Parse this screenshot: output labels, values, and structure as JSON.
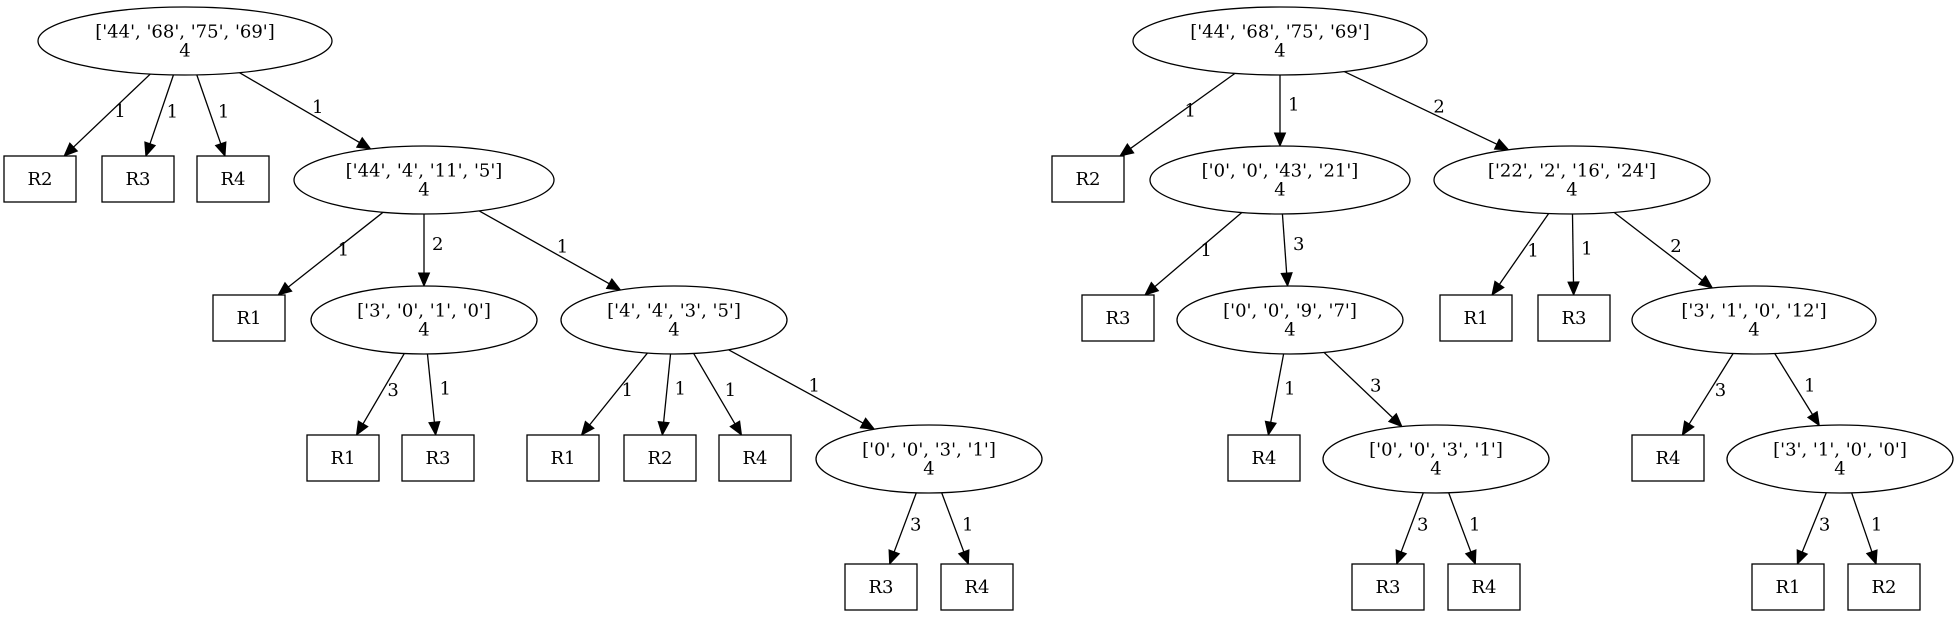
{
  "trees": [
    {
      "nodes": [
        {
          "id": "a0",
          "shape": "ellipse",
          "lines": [
            "['44', '68', '75', '69']",
            "4"
          ]
        },
        {
          "id": "a1",
          "shape": "box",
          "lines": [
            "R2"
          ]
        },
        {
          "id": "a2",
          "shape": "box",
          "lines": [
            "R3"
          ]
        },
        {
          "id": "a3",
          "shape": "box",
          "lines": [
            "R4"
          ]
        },
        {
          "id": "a4",
          "shape": "ellipse",
          "lines": [
            "['44', '4', '11', '5']",
            "4"
          ]
        },
        {
          "id": "a5",
          "shape": "box",
          "lines": [
            "R1"
          ]
        },
        {
          "id": "a6",
          "shape": "ellipse",
          "lines": [
            "['3', '0', '1', '0']",
            "4"
          ]
        },
        {
          "id": "a7",
          "shape": "ellipse",
          "lines": [
            "['4', '4', '3', '5']",
            "4"
          ]
        },
        {
          "id": "a8",
          "shape": "box",
          "lines": [
            "R1"
          ]
        },
        {
          "id": "a9",
          "shape": "box",
          "lines": [
            "R3"
          ]
        },
        {
          "id": "a10",
          "shape": "box",
          "lines": [
            "R1"
          ]
        },
        {
          "id": "a11",
          "shape": "box",
          "lines": [
            "R2"
          ]
        },
        {
          "id": "a12",
          "shape": "box",
          "lines": [
            "R4"
          ]
        },
        {
          "id": "a13",
          "shape": "ellipse",
          "lines": [
            "['0', '0', '3', '1']",
            "4"
          ]
        },
        {
          "id": "a14",
          "shape": "box",
          "lines": [
            "R3"
          ]
        },
        {
          "id": "a15",
          "shape": "box",
          "lines": [
            "R4"
          ]
        }
      ],
      "edges": [
        {
          "from": "a0",
          "to": "a1",
          "label": "1"
        },
        {
          "from": "a0",
          "to": "a2",
          "label": "1"
        },
        {
          "from": "a0",
          "to": "a3",
          "label": "1"
        },
        {
          "from": "a0",
          "to": "a4",
          "label": "1"
        },
        {
          "from": "a4",
          "to": "a5",
          "label": "1"
        },
        {
          "from": "a4",
          "to": "a6",
          "label": "2"
        },
        {
          "from": "a4",
          "to": "a7",
          "label": "1"
        },
        {
          "from": "a6",
          "to": "a8",
          "label": "3"
        },
        {
          "from": "a6",
          "to": "a9",
          "label": "1"
        },
        {
          "from": "a7",
          "to": "a10",
          "label": "1"
        },
        {
          "from": "a7",
          "to": "a11",
          "label": "1"
        },
        {
          "from": "a7",
          "to": "a12",
          "label": "1"
        },
        {
          "from": "a7",
          "to": "a13",
          "label": "1"
        },
        {
          "from": "a13",
          "to": "a14",
          "label": "3"
        },
        {
          "from": "a13",
          "to": "a15",
          "label": "1"
        }
      ]
    },
    {
      "nodes": [
        {
          "id": "b0",
          "shape": "ellipse",
          "lines": [
            "['44', '68', '75', '69']",
            "4"
          ]
        },
        {
          "id": "b1",
          "shape": "box",
          "lines": [
            "R2"
          ]
        },
        {
          "id": "b2",
          "shape": "ellipse",
          "lines": [
            "['0', '0', '43', '21']",
            "4"
          ]
        },
        {
          "id": "b3",
          "shape": "ellipse",
          "lines": [
            "['22', '2', '16', '24']",
            "4"
          ]
        },
        {
          "id": "b4",
          "shape": "box",
          "lines": [
            "R3"
          ]
        },
        {
          "id": "b5",
          "shape": "ellipse",
          "lines": [
            "['0', '0', '9', '7']",
            "4"
          ]
        },
        {
          "id": "b6",
          "shape": "box",
          "lines": [
            "R1"
          ]
        },
        {
          "id": "b7",
          "shape": "box",
          "lines": [
            "R3"
          ]
        },
        {
          "id": "b8",
          "shape": "ellipse",
          "lines": [
            "['3', '1', '0', '12']",
            "4"
          ]
        },
        {
          "id": "b9",
          "shape": "box",
          "lines": [
            "R4"
          ]
        },
        {
          "id": "b10",
          "shape": "ellipse",
          "lines": [
            "['0', '0', '3', '1']",
            "4"
          ]
        },
        {
          "id": "b11",
          "shape": "box",
          "lines": [
            "R4"
          ]
        },
        {
          "id": "b12",
          "shape": "ellipse",
          "lines": [
            "['3', '1', '0', '0']",
            "4"
          ]
        },
        {
          "id": "b13",
          "shape": "box",
          "lines": [
            "R3"
          ]
        },
        {
          "id": "b14",
          "shape": "box",
          "lines": [
            "R4"
          ]
        },
        {
          "id": "b15",
          "shape": "box",
          "lines": [
            "R1"
          ]
        },
        {
          "id": "b16",
          "shape": "box",
          "lines": [
            "R2"
          ]
        }
      ],
      "edges": [
        {
          "from": "b0",
          "to": "b1",
          "label": "1"
        },
        {
          "from": "b0",
          "to": "b2",
          "label": "1"
        },
        {
          "from": "b0",
          "to": "b3",
          "label": "2"
        },
        {
          "from": "b2",
          "to": "b4",
          "label": "1"
        },
        {
          "from": "b2",
          "to": "b5",
          "label": "3"
        },
        {
          "from": "b3",
          "to": "b6",
          "label": "1"
        },
        {
          "from": "b3",
          "to": "b7",
          "label": "1"
        },
        {
          "from": "b3",
          "to": "b8",
          "label": "2"
        },
        {
          "from": "b5",
          "to": "b9",
          "label": "1"
        },
        {
          "from": "b5",
          "to": "b10",
          "label": "3"
        },
        {
          "from": "b8",
          "to": "b11",
          "label": "3"
        },
        {
          "from": "b8",
          "to": "b12",
          "label": "1"
        },
        {
          "from": "b10",
          "to": "b13",
          "label": "3"
        },
        {
          "from": "b10",
          "to": "b14",
          "label": "1"
        },
        {
          "from": "b12",
          "to": "b15",
          "label": "3"
        },
        {
          "from": "b12",
          "to": "b16",
          "label": "1"
        }
      ]
    }
  ]
}
